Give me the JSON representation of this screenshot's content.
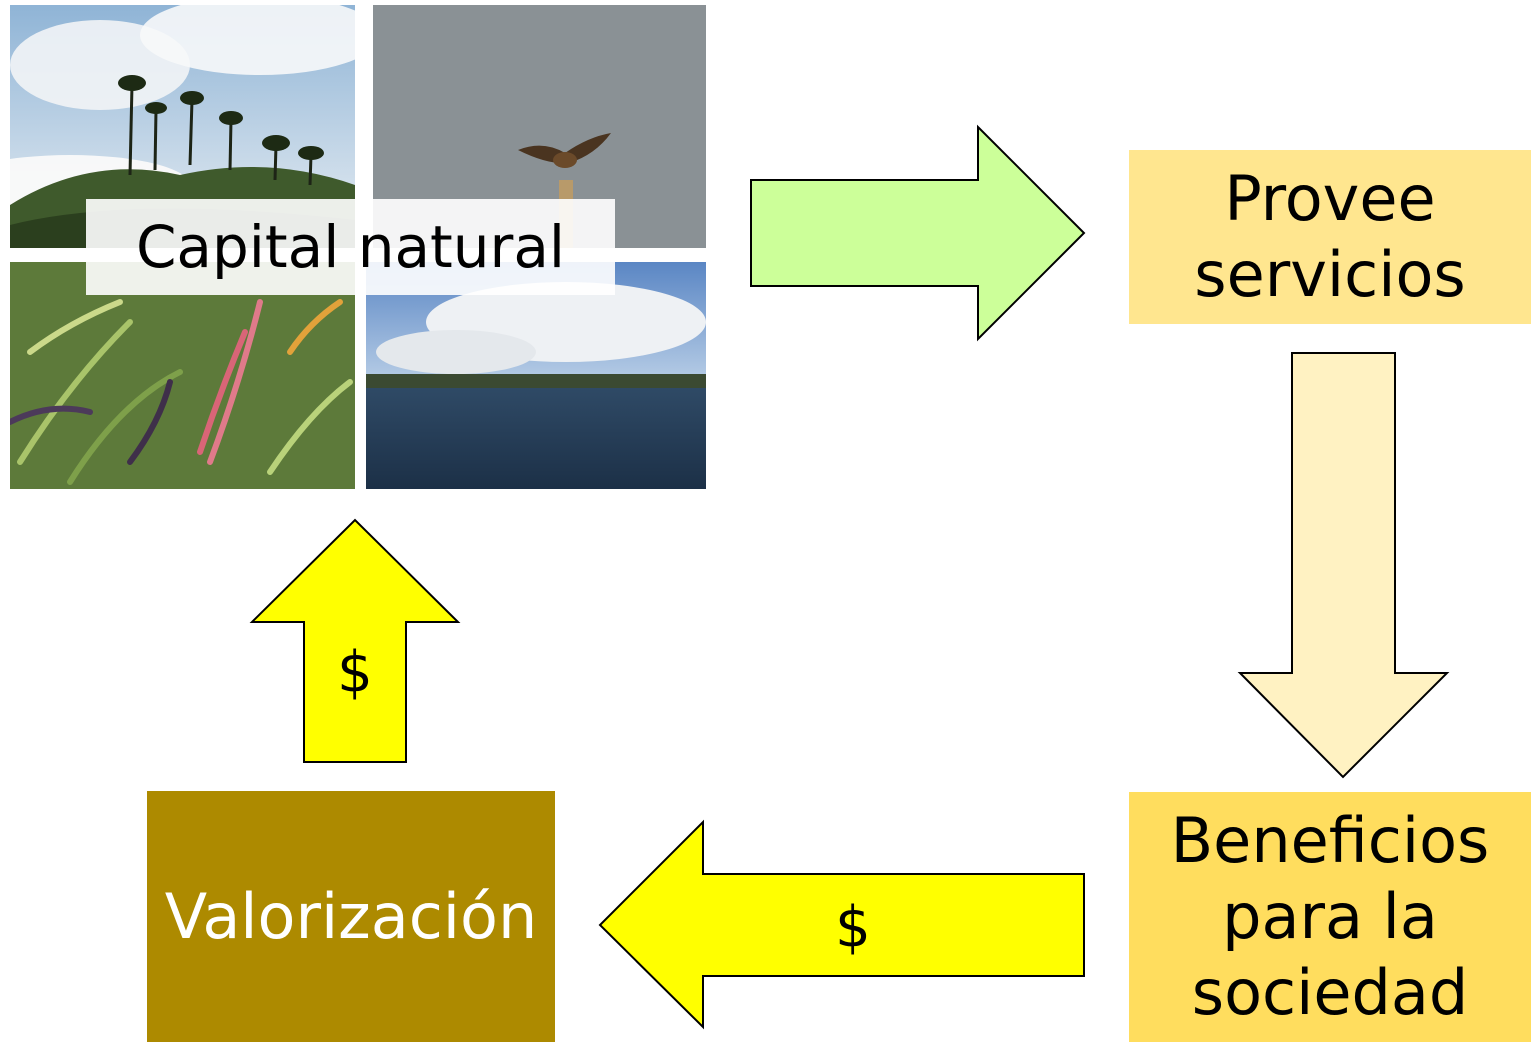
{
  "photos": {
    "forest": "forest-photo",
    "bird": "bird-photo",
    "ferns": "ferns-photo",
    "lake": "lake-photo"
  },
  "labels": {
    "capital_natural": "Capital natural",
    "provee_servicios": "Provee\nservicios",
    "beneficios": "Beneficios\npara la\nsociedad",
    "valorizacion": "Valorización",
    "dollar_up": "$",
    "dollar_left": "$"
  },
  "colors": {
    "green_arrow": "#ccff99",
    "pale_arrow": "#fff2c2",
    "yellow_arrow": "#ffff00",
    "box_light": "#ffe68f",
    "box_light2": "#ffdd5e",
    "box_olive": "#ad8a00"
  }
}
